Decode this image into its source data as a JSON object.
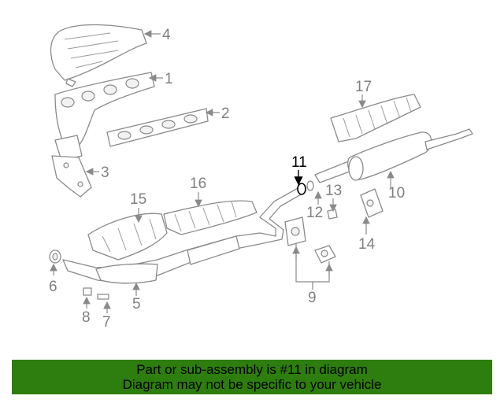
{
  "diagram": {
    "callouts": {
      "c1": "1",
      "c2": "2",
      "c3": "3",
      "c4": "4",
      "c5": "5",
      "c6": "6",
      "c7": "7",
      "c8": "8",
      "c9": "9",
      "c10": "10",
      "c11": "11",
      "c12": "12",
      "c13": "13",
      "c14": "14",
      "c15": "15",
      "c16": "16",
      "c17": "17"
    },
    "highlighted_callout": "11",
    "colors": {
      "line": "#8a8a8a",
      "highlight": "#000000",
      "footer_bg": "#2e7d0f"
    }
  },
  "footer": {
    "line1": "Part or sub-assembly is #11 in diagram",
    "line2": "Diagram may not be specific to your vehicle"
  }
}
